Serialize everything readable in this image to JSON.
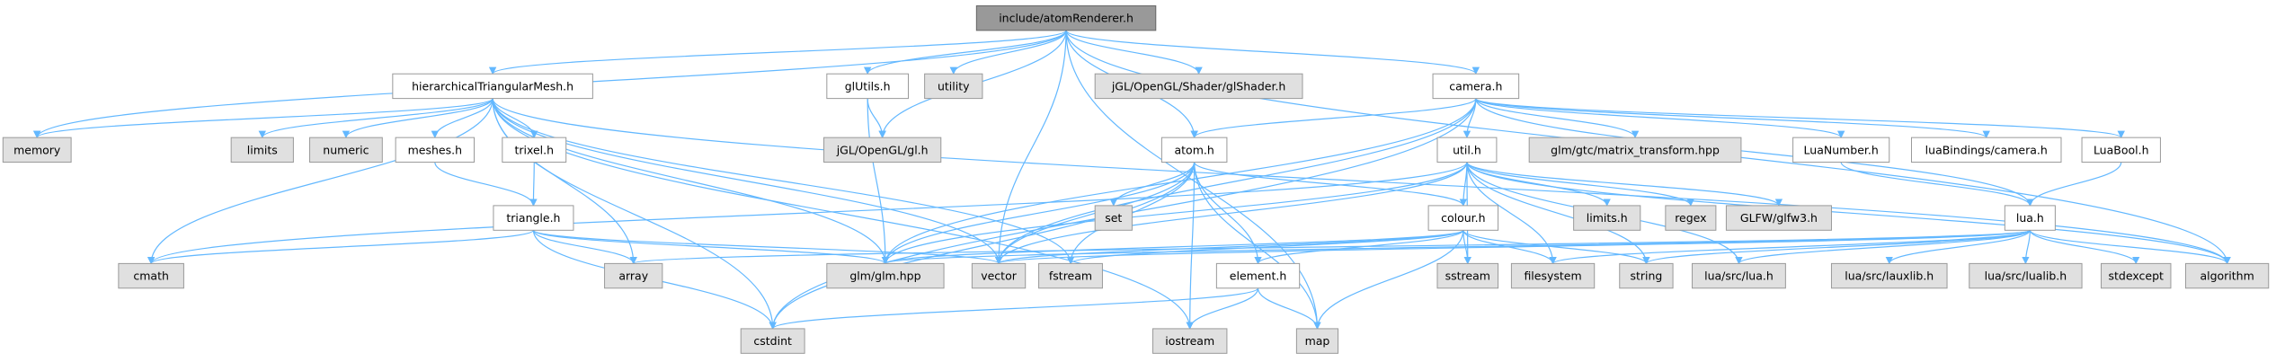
{
  "nodes": [
    {
      "id": "root",
      "label": "include/atomRenderer.h",
      "kind": "root"
    },
    {
      "id": "memory",
      "label": "memory",
      "kind": "system"
    },
    {
      "id": "htm",
      "label": "hierarchicalTriangularMesh.h",
      "kind": "local"
    },
    {
      "id": "glutils",
      "label": "glUtils.h",
      "kind": "local"
    },
    {
      "id": "utility",
      "label": "utility",
      "kind": "system"
    },
    {
      "id": "glshader",
      "label": "jGL/OpenGL/Shader/glShader.h",
      "kind": "system"
    },
    {
      "id": "camera",
      "label": "camera.h",
      "kind": "local"
    },
    {
      "id": "limits",
      "label": "limits",
      "kind": "system"
    },
    {
      "id": "numeric",
      "label": "numeric",
      "kind": "system"
    },
    {
      "id": "meshes",
      "label": "meshes.h",
      "kind": "local"
    },
    {
      "id": "trixel",
      "label": "trixel.h",
      "kind": "local"
    },
    {
      "id": "jglgl",
      "label": "jGL/OpenGL/gl.h",
      "kind": "system"
    },
    {
      "id": "atom",
      "label": "atom.h",
      "kind": "local"
    },
    {
      "id": "util",
      "label": "util.h",
      "kind": "local"
    },
    {
      "id": "matrix",
      "label": "glm/gtc/matrix_transform.hpp",
      "kind": "system"
    },
    {
      "id": "luanumber",
      "label": "LuaNumber.h",
      "kind": "local"
    },
    {
      "id": "luabindings",
      "label": "luaBindings/camera.h",
      "kind": "local"
    },
    {
      "id": "luabool",
      "label": "LuaBool.h",
      "kind": "local"
    },
    {
      "id": "triangle",
      "label": "triangle.h",
      "kind": "local"
    },
    {
      "id": "set",
      "label": "set",
      "kind": "system"
    },
    {
      "id": "colour",
      "label": "colour.h",
      "kind": "local"
    },
    {
      "id": "limitsh",
      "label": "limits.h",
      "kind": "system"
    },
    {
      "id": "regex",
      "label": "regex",
      "kind": "system"
    },
    {
      "id": "glfw",
      "label": "GLFW/glfw3.h",
      "kind": "system"
    },
    {
      "id": "lua",
      "label": "lua.h",
      "kind": "local"
    },
    {
      "id": "cmath",
      "label": "cmath",
      "kind": "system"
    },
    {
      "id": "array",
      "label": "array",
      "kind": "system"
    },
    {
      "id": "glm",
      "label": "glm/glm.hpp",
      "kind": "system"
    },
    {
      "id": "vector",
      "label": "vector",
      "kind": "system"
    },
    {
      "id": "fstream",
      "label": "fstream",
      "kind": "system"
    },
    {
      "id": "element",
      "label": "element.h",
      "kind": "local"
    },
    {
      "id": "sstream",
      "label": "sstream",
      "kind": "system"
    },
    {
      "id": "filesystem",
      "label": "filesystem",
      "kind": "system"
    },
    {
      "id": "string",
      "label": "string",
      "kind": "system"
    },
    {
      "id": "luasrclua",
      "label": "lua/src/lua.h",
      "kind": "system"
    },
    {
      "id": "lauxlib",
      "label": "lua/src/lauxlib.h",
      "kind": "system"
    },
    {
      "id": "lualib",
      "label": "lua/src/lualib.h",
      "kind": "system"
    },
    {
      "id": "stdexcept",
      "label": "stdexcept",
      "kind": "system"
    },
    {
      "id": "algorithm",
      "label": "algorithm",
      "kind": "system"
    },
    {
      "id": "cstdint",
      "label": "cstdint",
      "kind": "system"
    },
    {
      "id": "iostream",
      "label": "iostream",
      "kind": "system"
    },
    {
      "id": "map",
      "label": "map",
      "kind": "system"
    }
  ],
  "edges": [
    [
      "root",
      "memory"
    ],
    [
      "root",
      "htm"
    ],
    [
      "root",
      "glutils"
    ],
    [
      "root",
      "utility"
    ],
    [
      "root",
      "glshader"
    ],
    [
      "root",
      "camera"
    ],
    [
      "root",
      "jglgl"
    ],
    [
      "root",
      "atom"
    ],
    [
      "root",
      "vector"
    ],
    [
      "root",
      "algorithm"
    ],
    [
      "root",
      "map"
    ],
    [
      "htm",
      "memory"
    ],
    [
      "htm",
      "limits"
    ],
    [
      "htm",
      "numeric"
    ],
    [
      "htm",
      "meshes"
    ],
    [
      "htm",
      "trixel"
    ],
    [
      "htm",
      "cmath"
    ],
    [
      "htm",
      "array"
    ],
    [
      "htm",
      "glm"
    ],
    [
      "htm",
      "vector"
    ],
    [
      "htm",
      "fstream"
    ],
    [
      "htm",
      "cstdint"
    ],
    [
      "htm",
      "iostream"
    ],
    [
      "htm",
      "algorithm"
    ],
    [
      "meshes",
      "triangle"
    ],
    [
      "trixel",
      "triangle"
    ],
    [
      "triangle",
      "cmath"
    ],
    [
      "triangle",
      "array"
    ],
    [
      "triangle",
      "glm"
    ],
    [
      "triangle",
      "vector"
    ],
    [
      "triangle",
      "cstdint"
    ],
    [
      "glutils",
      "jglgl"
    ],
    [
      "glutils",
      "glm"
    ],
    [
      "camera",
      "atom"
    ],
    [
      "camera",
      "util"
    ],
    [
      "camera",
      "matrix"
    ],
    [
      "camera",
      "luanumber"
    ],
    [
      "camera",
      "luabindings"
    ],
    [
      "camera",
      "luabool"
    ],
    [
      "camera",
      "lua"
    ],
    [
      "camera",
      "glm"
    ],
    [
      "camera",
      "vector"
    ],
    [
      "camera",
      "cstdint"
    ],
    [
      "atom",
      "set"
    ],
    [
      "atom",
      "colour"
    ],
    [
      "atom",
      "element"
    ],
    [
      "atom",
      "glm"
    ],
    [
      "atom",
      "vector"
    ],
    [
      "atom",
      "fstream"
    ],
    [
      "atom",
      "cstdint"
    ],
    [
      "atom",
      "iostream"
    ],
    [
      "atom",
      "map"
    ],
    [
      "util",
      "colour"
    ],
    [
      "util",
      "limitsh"
    ],
    [
      "util",
      "regex"
    ],
    [
      "util",
      "glfw"
    ],
    [
      "util",
      "sstream"
    ],
    [
      "util",
      "filesystem"
    ],
    [
      "util",
      "string"
    ],
    [
      "util",
      "luasrclua"
    ],
    [
      "util",
      "algorithm"
    ],
    [
      "util",
      "cmath"
    ],
    [
      "util",
      "glm"
    ],
    [
      "util",
      "vector"
    ],
    [
      "colour",
      "element"
    ],
    [
      "colour",
      "glm"
    ],
    [
      "colour",
      "vector"
    ],
    [
      "colour",
      "sstream"
    ],
    [
      "colour",
      "filesystem"
    ],
    [
      "colour",
      "string"
    ],
    [
      "colour",
      "map"
    ],
    [
      "colour",
      "fstream"
    ],
    [
      "element",
      "cstdint"
    ],
    [
      "element",
      "iostream"
    ],
    [
      "element",
      "map"
    ],
    [
      "luanumber",
      "lua"
    ],
    [
      "luabool",
      "lua"
    ],
    [
      "lua",
      "glm"
    ],
    [
      "lua",
      "vector"
    ],
    [
      "lua",
      "array"
    ],
    [
      "lua",
      "filesystem"
    ],
    [
      "lua",
      "string"
    ],
    [
      "lua",
      "luasrclua"
    ],
    [
      "lua",
      "lauxlib"
    ],
    [
      "lua",
      "lualib"
    ],
    [
      "lua",
      "stdexcept"
    ],
    [
      "lua",
      "algorithm"
    ]
  ]
}
